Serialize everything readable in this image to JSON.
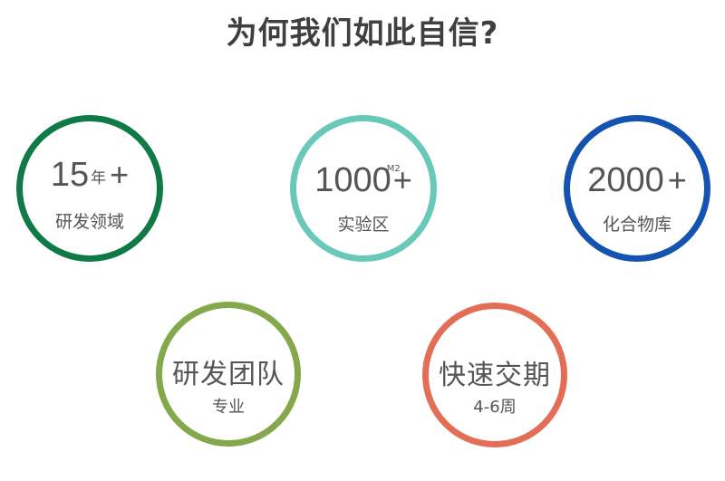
{
  "page": {
    "title": "为何我们如此自信?"
  },
  "stats": [
    {
      "value": "15",
      "unit": "年",
      "suffix": "+",
      "label": "研发领域",
      "ring_color": "#0f7a45"
    },
    {
      "value": "1000",
      "superscript": "M2",
      "suffix": "+",
      "label": "实验区",
      "ring_color": "#69c9b8"
    },
    {
      "value": "2000",
      "suffix": "+",
      "label": "化合物库",
      "ring_color": "#1553b0"
    },
    {
      "value": "研发团队",
      "label": "专业",
      "ring_color": "#84a84c"
    },
    {
      "value": "快速交期",
      "label": "4-6周",
      "ring_color": "#e26e56"
    }
  ]
}
